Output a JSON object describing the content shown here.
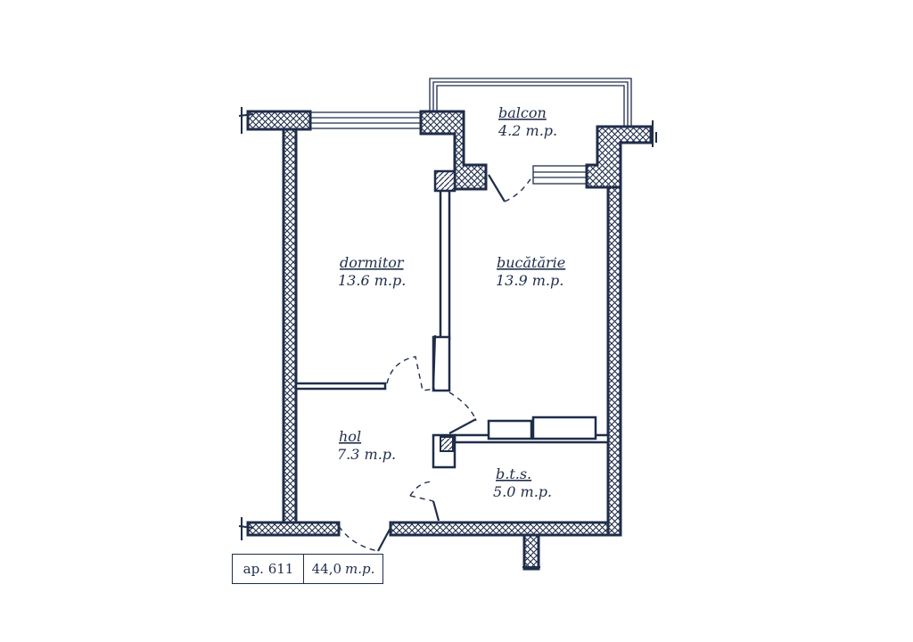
{
  "rooms": {
    "balcon": {
      "name": "balcon",
      "area": "4.2 m.p."
    },
    "dormitor": {
      "name": "dormitor",
      "area": "13.6 m.p."
    },
    "bucatarie": {
      "name": "bucătărie",
      "area": "13.9 m.p."
    },
    "hol": {
      "name": "hol",
      "area": "7.3 m.p."
    },
    "bts": {
      "name": "b.t.s.",
      "area": "5.0 m.p."
    }
  },
  "apartment": {
    "number": "ap. 611",
    "area_value": "44,0",
    "area_unit": "m.p."
  },
  "colors": {
    "wall": "#1f2d4a",
    "hatch": "#1f2d4a",
    "background": "#ffffff"
  }
}
